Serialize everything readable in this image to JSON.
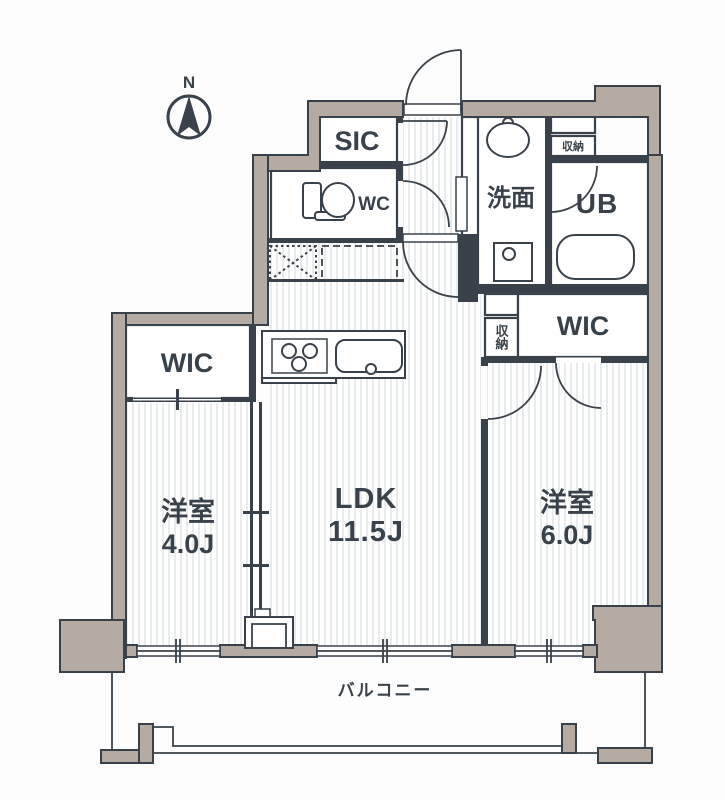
{
  "plan": {
    "compass_label": "N",
    "rooms": {
      "sic": "SIC",
      "wc": "WC",
      "washroom": "洗面",
      "unit_bath": "UB",
      "storage_shelf": "収納",
      "storage_closet": "収納",
      "wic_right": "WIC",
      "wic_left": "WIC",
      "ldk_name": "LDK",
      "ldk_size": "11.5J",
      "bedroom_left_name": "洋室",
      "bedroom_left_size": "4.0J",
      "bedroom_right_name": "洋室",
      "bedroom_right_size": "6.0J",
      "balcony": "バルコニー"
    },
    "colors": {
      "wall_line": "#39424a",
      "exterior_wall_fill": "#b6aba2",
      "floor_stripe": "#dde1e2",
      "floor_white": "#ffffff"
    }
  }
}
